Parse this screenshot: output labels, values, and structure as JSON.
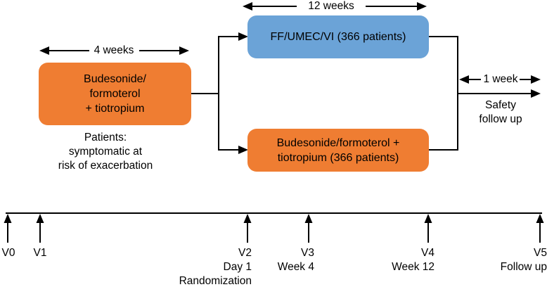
{
  "arrows": {
    "four_weeks": "4 weeks",
    "twelve_weeks": "12 weeks",
    "one_week": "1 week"
  },
  "boxes": {
    "run_in": {
      "lines": [
        "Budesonide/",
        "formoterol",
        "+ tiotropium"
      ],
      "color": "#EF7D32"
    },
    "arm_top": {
      "lines": [
        "FF/UMEC/VI (366 patients)"
      ],
      "color": "#6BA3D7"
    },
    "arm_bottom": {
      "lines": [
        "Budesonide/formoterol +",
        "tiotropium (366 patients)"
      ],
      "color": "#EF7D32"
    }
  },
  "notes": {
    "patients": {
      "lines": [
        "Patients:",
        "symptomatic at",
        "risk of exacerbation"
      ]
    },
    "safety": {
      "lines": [
        "Safety",
        "follow up"
      ]
    }
  },
  "timeline": {
    "visits": [
      {
        "label": "V0",
        "sublabels": []
      },
      {
        "label": "V1",
        "sublabels": []
      },
      {
        "label": "V2",
        "sublabels": [
          "Day 1",
          "Randomization"
        ]
      },
      {
        "label": "V3",
        "sublabels": [
          "Week 4"
        ]
      },
      {
        "label": "V4",
        "sublabels": [
          "Week 12"
        ]
      },
      {
        "label": "V5",
        "sublabels": [
          "Follow up"
        ]
      }
    ]
  },
  "colors": {
    "orange": "#EF7D32",
    "blue": "#6BA3D7",
    "line": "#000000",
    "text": "#000000",
    "background": "#FFFFFF"
  }
}
